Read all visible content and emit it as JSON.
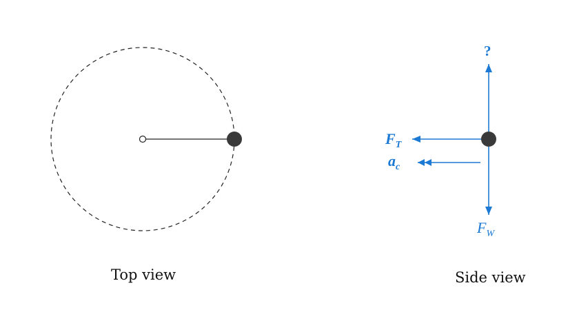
{
  "top_view": {
    "caption": "Top view"
  },
  "side_view": {
    "caption": "Side view",
    "labels": {
      "up_unknown": "?",
      "tension": {
        "main": "F",
        "sub": "T"
      },
      "centripetal_acc": {
        "main": "a",
        "sub": "c"
      },
      "weight": {
        "main": "F",
        "sub": "W"
      }
    }
  },
  "colors": {
    "vector": "#1c7ad4",
    "ball": "#3a3a3a",
    "line": "#222222"
  }
}
